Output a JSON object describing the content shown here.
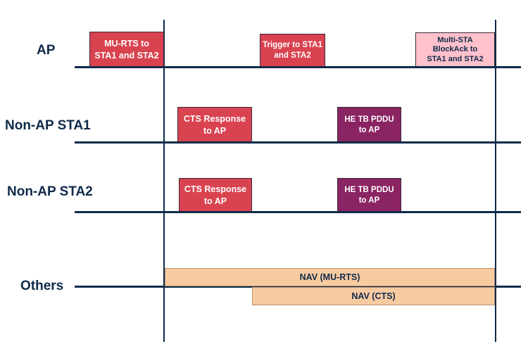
{
  "rows": {
    "ap": "AP",
    "sta1": "Non-AP STA1",
    "sta2": "Non-AP STA2",
    "others": "Others"
  },
  "frames": {
    "mu_rts": [
      "MU-RTS to",
      "STA1 and STA2"
    ],
    "trigger": [
      "Trigger to STA1",
      "and STA2"
    ],
    "multi_sta": [
      "Multi-STA",
      "BlockAck to",
      "STA1 and STA2"
    ],
    "cts_sta1": [
      "CTS Response",
      "to AP"
    ],
    "he_tb_sta1": [
      "HE TB PDDU",
      "to AP"
    ],
    "cts_sta2": [
      "CTS Response",
      "to AP"
    ],
    "he_tb_sta2": [
      "HE TB PDDU",
      "to AP"
    ],
    "nav_mu_rts": "NAV (MU-RTS)",
    "nav_cts": "NAV (CTS)"
  },
  "colors": {
    "line": "#0f2a4a",
    "ap_frame": "#d9434f",
    "cts": "#d9434f",
    "he_tb": "#8b2463",
    "block_ack": "#ffc1cc",
    "nav": "#f8caa0"
  }
}
